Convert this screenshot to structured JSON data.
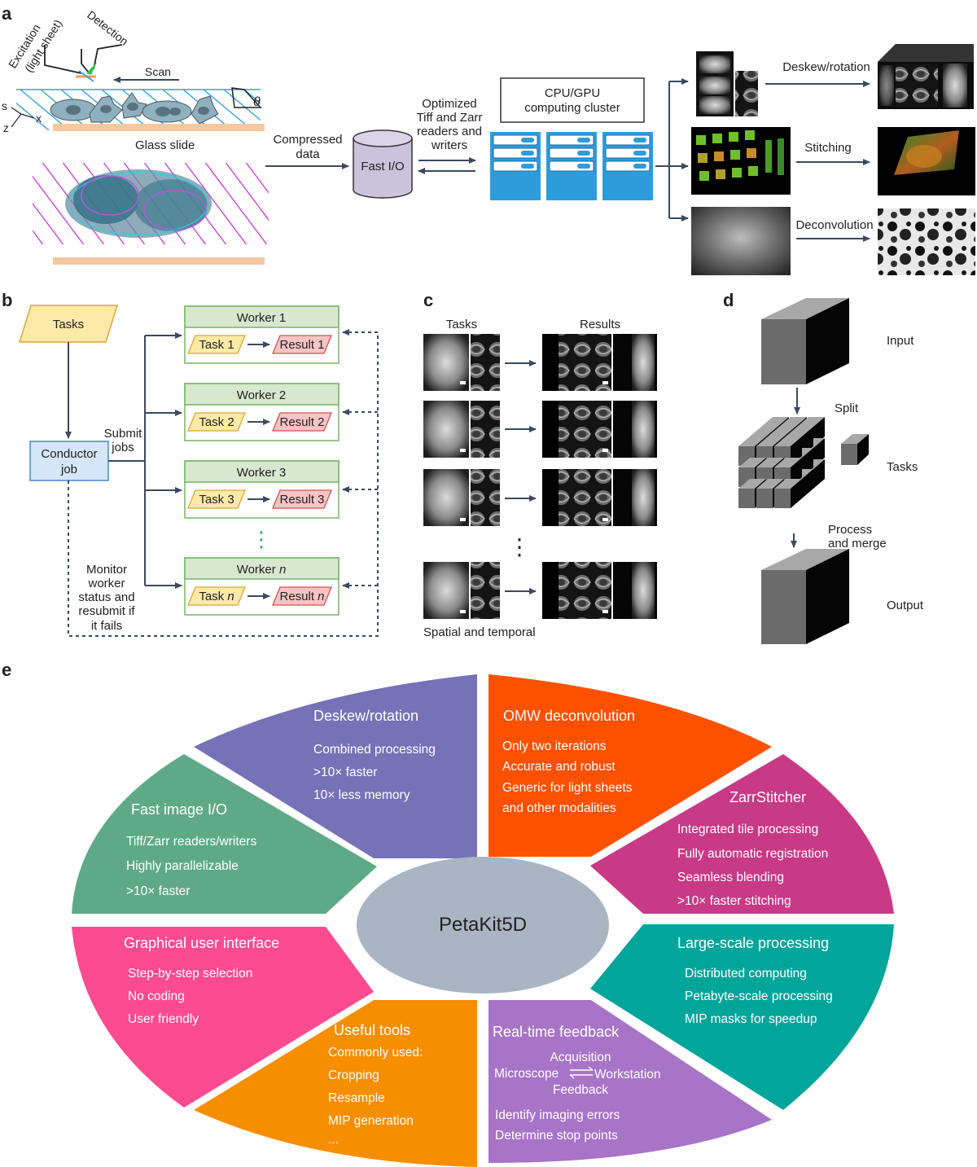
{
  "panels": {
    "a": "a",
    "b": "b",
    "c": "c",
    "d": "d",
    "e": "e"
  },
  "a": {
    "excitation": "Excitation",
    "light_sheet": "(light sheet)",
    "detection": "Detection",
    "scan": "Scan",
    "theta": "θ",
    "axis_s": "s",
    "axis_z": "z",
    "axis_x": "x",
    "glass_slide": "Glass slide",
    "compressed_line1": "Compressed",
    "compressed_line2": "data",
    "fast_io": "Fast I/O",
    "optimized_lines": [
      "Optimized",
      "Tiff and Zarr",
      "readers and",
      "writers"
    ],
    "cluster_line1": "CPU/GPU",
    "cluster_line2": "computing cluster",
    "deskew": "Deskew/rotation",
    "stitching": "Stitching",
    "deconvolution": "Deconvolution"
  },
  "b": {
    "tasks": "Tasks",
    "conductor_line1": "Conductor",
    "conductor_line2": "job",
    "submit_line1": "Submit",
    "submit_line2": "jobs",
    "monitor_lines": [
      "Monitor",
      "worker",
      "status and",
      "resubmit if",
      "it fails"
    ],
    "workers": [
      {
        "title": "Worker 1",
        "task": "Task 1",
        "result": "Result 1"
      },
      {
        "title": "Worker 2",
        "task": "Task 2",
        "result": "Result 2"
      },
      {
        "title": "Worker 3",
        "task": "Task 3",
        "result": "Result 3"
      }
    ],
    "worker_n_prefix": "Worker ",
    "task_n_prefix": "Task ",
    "result_n_prefix": "Result ",
    "n": "n",
    "dots": "⋮"
  },
  "c": {
    "tasks": "Tasks",
    "results": "Results",
    "dots": "⋮",
    "footer": "Spatial and temporal"
  },
  "d": {
    "input": "Input",
    "split": "Split",
    "tasks": "Tasks",
    "process_line1": "Process",
    "process_line2": "and merge",
    "output": "Output"
  },
  "e": {
    "center": "PetaKit5D",
    "colors": {
      "deskew": "#7672b8",
      "omw": "#fd5100",
      "zarr": "#c83a86",
      "large": "#02a59a",
      "realtime": "#a774c7",
      "tools": "#f68e00",
      "gui": "#fd4b91",
      "fastio": "#5eaa87",
      "center": "#a9b5c3"
    },
    "segments": {
      "deskew": {
        "title": "Deskew/rotation",
        "items": [
          "Combined processing",
          ">10× faster",
          "10× less memory"
        ]
      },
      "omw": {
        "title": "OMW deconvolution",
        "items": [
          "Only two iterations",
          "Accurate and robust",
          "Generic for light sheets",
          "and other modalities"
        ]
      },
      "zarr": {
        "title": "ZarrStitcher",
        "items": [
          "Integrated tile processing",
          "Fully automatic registration",
          "Seamless blending",
          ">10× faster stitching"
        ]
      },
      "large": {
        "title": "Large-scale processing",
        "items": [
          "Distributed computing",
          "Petabyte-scale processing",
          "MIP masks for speedup"
        ]
      },
      "realtime": {
        "title": "Real-time feedback",
        "acquisition": "Acquisition",
        "microscope": "Microscope",
        "workstation": "Workstation",
        "feedback": "Feedback",
        "items": [
          "Identify imaging errors",
          "Determine stop points"
        ]
      },
      "tools": {
        "title": "Useful tools",
        "items": [
          "Commonly used:",
          "Cropping",
          "Resample",
          "MIP generation",
          "..."
        ]
      },
      "gui": {
        "title": "Graphical user interface",
        "items": [
          "Step-by-step selection",
          "No coding",
          "User friendly"
        ]
      },
      "fastio": {
        "title": "Fast image I/O",
        "items": [
          "Tiff/Zarr readers/writers",
          "Highly parallelizable",
          ">10× faster"
        ]
      }
    }
  }
}
